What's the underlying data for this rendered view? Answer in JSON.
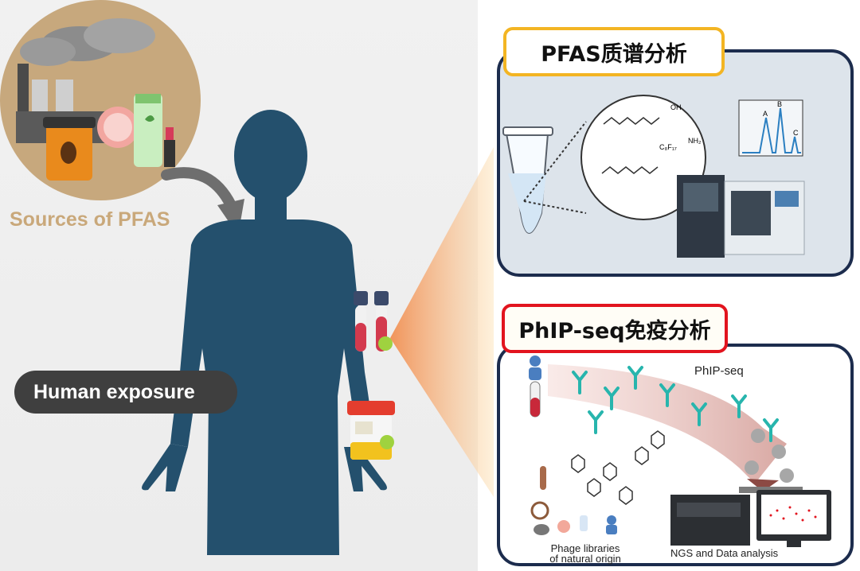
{
  "left": {
    "sources_label": "Sources of PFAS",
    "exposure_label": "Human exposure"
  },
  "panel_ms": {
    "title": "PFAS质谱分析",
    "peaks": [
      "A",
      "B",
      "C"
    ],
    "formula_small": "C₈F₁₇",
    "nh2_label": "NH₂",
    "oh_label": "OH"
  },
  "panel_phip": {
    "title": "PhIP-seq免疫分析",
    "tag": "PhIP-seq",
    "phage_label_line1": "Phage libraries",
    "phage_label_line2": "of natural origin",
    "ngs_label": "NGS and Data analysis"
  },
  "colors": {
    "body": "#24506d",
    "panel_border": "#1c2c4d",
    "ms_title_border": "#f3b523",
    "phip_title_border": "#e2141e",
    "sources_text": "#c9a87a",
    "antibody": "#27b5ad"
  }
}
